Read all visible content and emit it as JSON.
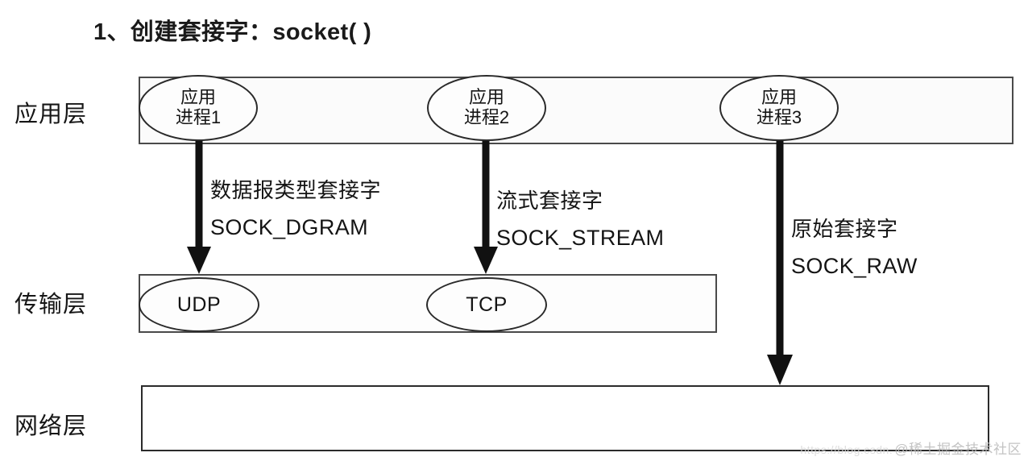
{
  "title": "1、创建套接字：socket( )",
  "colors": {
    "background": "#ffffff",
    "box_border": "#4a4a4a",
    "node_border": "#2a2a2a",
    "arrow": "#111111",
    "text": "#141414",
    "watermark": "#b9b9b9"
  },
  "layers": [
    {
      "id": "application",
      "label": "应用层"
    },
    {
      "id": "transport",
      "label": "传输层"
    },
    {
      "id": "network",
      "label": "网络层"
    }
  ],
  "application_processes": [
    {
      "line1": "应用",
      "line2": "进程1"
    },
    {
      "line1": "应用",
      "line2": "进程2"
    },
    {
      "line1": "应用",
      "line2": "进程3"
    }
  ],
  "transport_protocols": [
    {
      "label": "UDP"
    },
    {
      "label": "TCP"
    }
  ],
  "socket_annotations": [
    {
      "chinese": "数据报类型套接字",
      "constant": "SOCK_DGRAM",
      "from": "应用进程1",
      "to": "UDP"
    },
    {
      "chinese": "流式套接字",
      "constant": "SOCK_STREAM",
      "from": "应用进程2",
      "to": "TCP"
    },
    {
      "chinese": "原始套接字",
      "constant": "SOCK_RAW",
      "from": "应用进程3",
      "to": "网络层"
    }
  ],
  "watermark": {
    "url": "https://blog.csdn.",
    "text": "@稀土掘金技术社区"
  }
}
